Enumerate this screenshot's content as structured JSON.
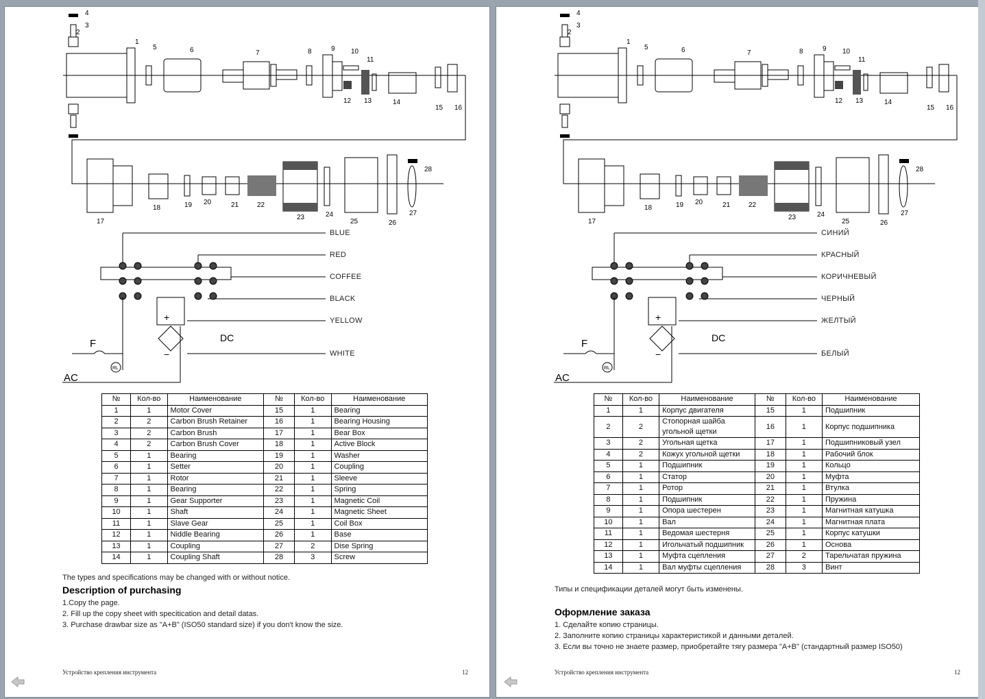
{
  "left": {
    "wires": [
      "BLUE",
      "RED",
      "COFFEE",
      "BLACK",
      "YELLOW",
      "WHITE"
    ],
    "headers": [
      "№",
      "Кол-во",
      "Наименование",
      "№",
      "Кол-во",
      "Наименование"
    ],
    "rows": [
      [
        "1",
        "1",
        "Motor Cover",
        "15",
        "1",
        "Bearing"
      ],
      [
        "2",
        "2",
        "Carbon Brush Retainer",
        "16",
        "1",
        "Bearing Housing"
      ],
      [
        "3",
        "2",
        "Carbon Brush",
        "17",
        "1",
        "Bear Box"
      ],
      [
        "4",
        "2",
        "Carbon Brush Cover",
        "18",
        "1",
        "Active Block"
      ],
      [
        "5",
        "1",
        "Bearing",
        "19",
        "1",
        "Washer"
      ],
      [
        "6",
        "1",
        "Setter",
        "20",
        "1",
        "Coupling"
      ],
      [
        "7",
        "1",
        "Rotor",
        "21",
        "1",
        "Sleeve"
      ],
      [
        "8",
        "1",
        "Bearing",
        "22",
        "1",
        "Spring"
      ],
      [
        "9",
        "1",
        "Gear Supporter",
        "23",
        "1",
        "Magnetic Coil"
      ],
      [
        "10",
        "1",
        "Shaft",
        "24",
        "1",
        "Magnetic Sheet"
      ],
      [
        "11",
        "1",
        "Slave Gear",
        "25",
        "1",
        "Coil Box"
      ],
      [
        "12",
        "1",
        "Niddle Bearing",
        "26",
        "1",
        "Base"
      ],
      [
        "13",
        "1",
        "Coupling",
        "27",
        "2",
        "Dise Spring"
      ],
      [
        "14",
        "1",
        "Coupling Shaft",
        "28",
        "3",
        "Screw"
      ]
    ],
    "note": "The types and specifications may be changed with or without notice.",
    "heading": "Description of purchasing",
    "steps": [
      "1.Copy the page.",
      "2. Fill up the copy sheet with specitication and detail datas.",
      "3. Purchase drawbar size as \"A+B\" (ISO50 standard size) if you don't know the size."
    ],
    "footer_title": "Устройство крепления инструмента",
    "page_number": "12"
  },
  "right": {
    "wires": [
      "СИНИЙ",
      "КРАСНЫЙ",
      "КОРИЧНЕВЫЙ",
      "ЧЕРНЫЙ",
      "ЖЕЛТЫЙ",
      "БЕЛЫЙ"
    ],
    "headers": [
      "№",
      "Кол-во",
      "Наименование",
      "№",
      "Кол-во",
      "Наименование"
    ],
    "rows": [
      [
        "1",
        "1",
        "Корпус двигателя",
        "15",
        "1",
        "Подшипник"
      ],
      [
        "2",
        "2",
        "Стопорная шайба угольной щетки",
        "16",
        "1",
        "Корпус подшипника"
      ],
      [
        "3",
        "2",
        "Угольная щетка",
        "17",
        "1",
        "Подшипниковый узел"
      ],
      [
        "4",
        "2",
        "Кожух угольной щетки",
        "18",
        "1",
        "Рабочий блок"
      ],
      [
        "5",
        "1",
        "Подшипник",
        "19",
        "1",
        "Кольцо"
      ],
      [
        "6",
        "1",
        "Статор",
        "20",
        "1",
        "Муфта"
      ],
      [
        "7",
        "1",
        "Ротор",
        "21",
        "1",
        "Втулка"
      ],
      [
        "8",
        "1",
        "Подшипник",
        "22",
        "1",
        "Пружина"
      ],
      [
        "9",
        "1",
        "Опора шестерен",
        "23",
        "1",
        "Магнитная катушка"
      ],
      [
        "10",
        "1",
        "Вал",
        "24",
        "1",
        "Магнитная плата"
      ],
      [
        "11",
        "1",
        "Ведомая шестерня",
        "25",
        "1",
        "Корпус катушки"
      ],
      [
        "12",
        "1",
        "Игольчатый подшипник",
        "26",
        "1",
        "Основа"
      ],
      [
        "13",
        "1",
        "Муфта сцепления",
        "27",
        "2",
        "Тарельчатая пружина"
      ],
      [
        "14",
        "1",
        "Вал муфты сцепления",
        "28",
        "3",
        "Винт"
      ]
    ],
    "note": "Типы и спецификации деталей могут быть изменены.",
    "heading": "Оформление заказа",
    "steps": [
      "1. Сделайте копию страницы.",
      "2. Заполните копию страницы характеристикой и данными деталей.",
      "3. Если вы точно не знаете размер, приобретайте тягу размера \"A+B\" (стандартный размер ISO50)"
    ],
    "footer_title": "Устройство крепления инструмента",
    "page_number": "12"
  },
  "diagram": {
    "top_labels": [
      "1",
      "2",
      "3",
      "4",
      "5",
      "6",
      "7",
      "8",
      "9",
      "10",
      "11",
      "12",
      "13",
      "14",
      "15",
      "16"
    ],
    "mid_labels": [
      "17",
      "18",
      "19",
      "20",
      "21",
      "22",
      "23",
      "24",
      "25",
      "26",
      "27",
      "28"
    ],
    "circuit": {
      "dc": "DC",
      "ac": "AC",
      "fuse": "F",
      "relay": "RL",
      "plus": "+",
      "minus": "−"
    }
  }
}
